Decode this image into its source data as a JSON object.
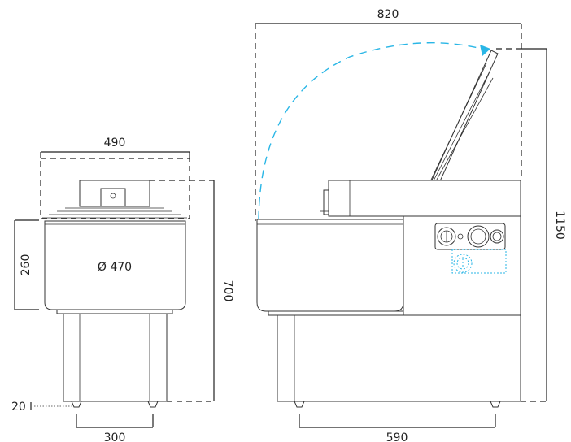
{
  "dimensions": {
    "front_width": "490",
    "bowl_height": "260",
    "bowl_diameter": "Ø 470",
    "total_height": "700",
    "foot_height": "20",
    "front_feet_spacing": "300",
    "side_width": "820",
    "open_height": "1150",
    "side_feet_spacing": "590"
  },
  "colors": {
    "line": "#222222",
    "accent": "#29b6e6"
  }
}
